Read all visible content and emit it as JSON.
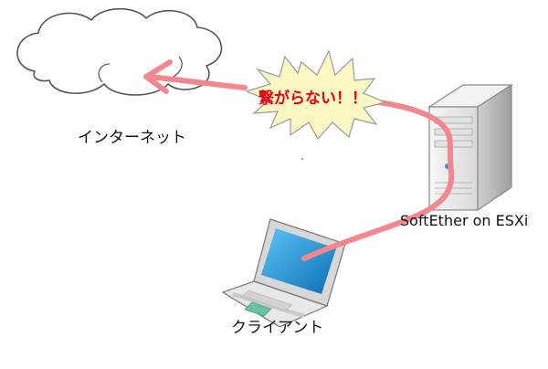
{
  "nodes": {
    "internet": {
      "label": "インターネット"
    },
    "server": {
      "label": "SoftEther on ESXi"
    },
    "client": {
      "label": "クライアント"
    }
  },
  "alert": {
    "text": "繋がらない！！"
  },
  "colors": {
    "connection": "#f4868e",
    "burst_fill": "#fdf8c3",
    "burst_stroke": "#9a9a9a",
    "alert_text": "#e60012",
    "cloud_stroke": "#555555",
    "laptop_screen": "#1a8fd1",
    "server_body": "#e9e9e9"
  }
}
